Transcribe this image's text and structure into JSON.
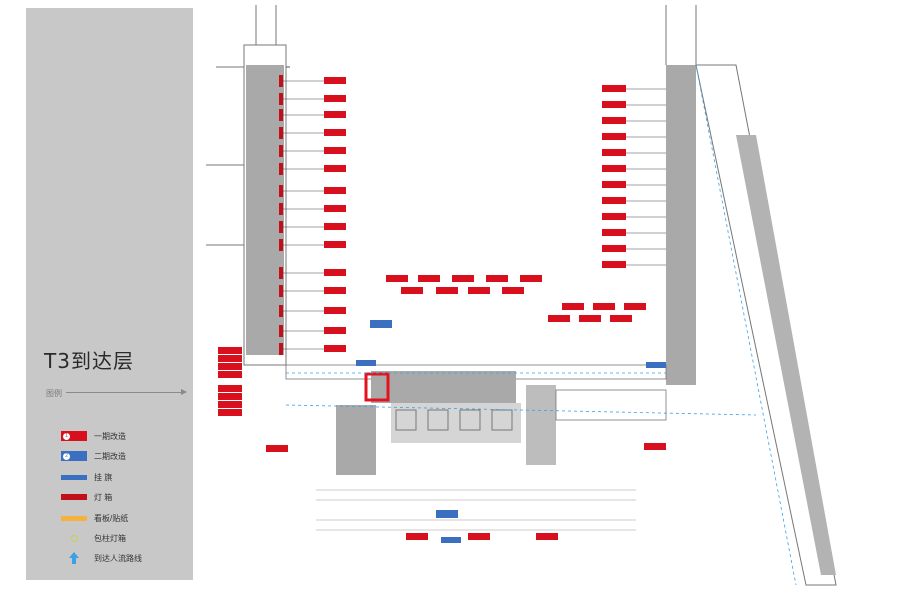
{
  "title": "T3到达层",
  "legend": {
    "label": "图例",
    "items": [
      {
        "symbol": "red-box",
        "text": "一期改造"
      },
      {
        "symbol": "blue-box",
        "text": "二期改造"
      },
      {
        "symbol": "blue-bar",
        "text": "挂 旗"
      },
      {
        "symbol": "red-bar",
        "text": "灯 箱"
      },
      {
        "symbol": "orange-bar",
        "text": "看板/贴纸"
      },
      {
        "symbol": "ring",
        "text": "包柱灯箱"
      },
      {
        "symbol": "arrow",
        "text": "到达人流路线"
      }
    ]
  },
  "colors": {
    "red": "#d8101e",
    "blue": "#3b6fc0",
    "orange": "#f4b23f",
    "gray": "#a9a9a9",
    "sidebar": "#c8c8c8"
  }
}
